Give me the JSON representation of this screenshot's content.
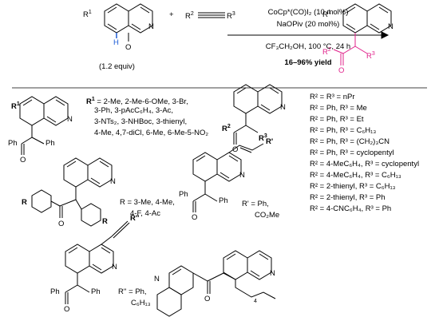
{
  "scheme": {
    "reactants": {
      "quinoline_r": "R",
      "quinoline_r_sup": "1",
      "equiv": "(1.2 equiv)",
      "plus": "+",
      "alkyne_r2": "R",
      "alkyne_r2_sup": "2",
      "alkyne_r3": "R",
      "alkyne_r3_sup": "3"
    },
    "conditions": {
      "catalyst": "CoCp*(CO)I₂ (10 mol%)",
      "additive": "NaOPiv (20 mol%)",
      "solvent_temp_time": "CF₃CH₂OH, 100 °C, 24 h",
      "yield": "16–96% yield"
    },
    "product": {
      "r1": "R",
      "r1_sup": "1",
      "r2": "R",
      "r2_sup": "2",
      "r3": "R",
      "r3_sup": "3"
    }
  },
  "scope": {
    "r1_title": "R",
    "r1_list": [
      "= 2-Me, 2-Me-6-OMe, 3-Br,",
      "3-Ph, 3-pAcC₆H₄, 3-Ac,",
      "3-NTs₂, 3-NHBoc, 3-thienyl,",
      "4-Me, 4,7-diCl, 6-Me, 6-Me-5-NO₂"
    ],
    "r2r3_list": [
      "R² = R³ = nPr",
      "R² = Ph, R³ = Me",
      "R² = Ph, R³ = Et",
      "R² = Ph, R³ = C₆H₁₃",
      "R² = Ph, R³ = (CH₂)₃CN",
      "R² = Ph, R³ = cyclopentyl",
      "R² = 4-MeC₆H₄, R³ = cyclopentyl",
      "R² = 4-MeC₆H₄, R³ = C₆H₁₃",
      "R² = 2-thienyl, R³ = C₆H₁₃",
      "R² = 2-thienyl, R³ = Ph",
      "R² = 4-CNC₆H₄, R³ = Ph"
    ],
    "r_aryl": "R = 3-Me, 4-Me,",
    "r_aryl_2": "4-F, 4-Ac",
    "r_prime": "R' = Ph,",
    "r_prime_2": "CO₂Me",
    "r_dprime": "R'' = Ph,",
    "r_dprime_2": "C₆H₁₃",
    "ph": "Ph",
    "o": "O",
    "n": "N"
  }
}
